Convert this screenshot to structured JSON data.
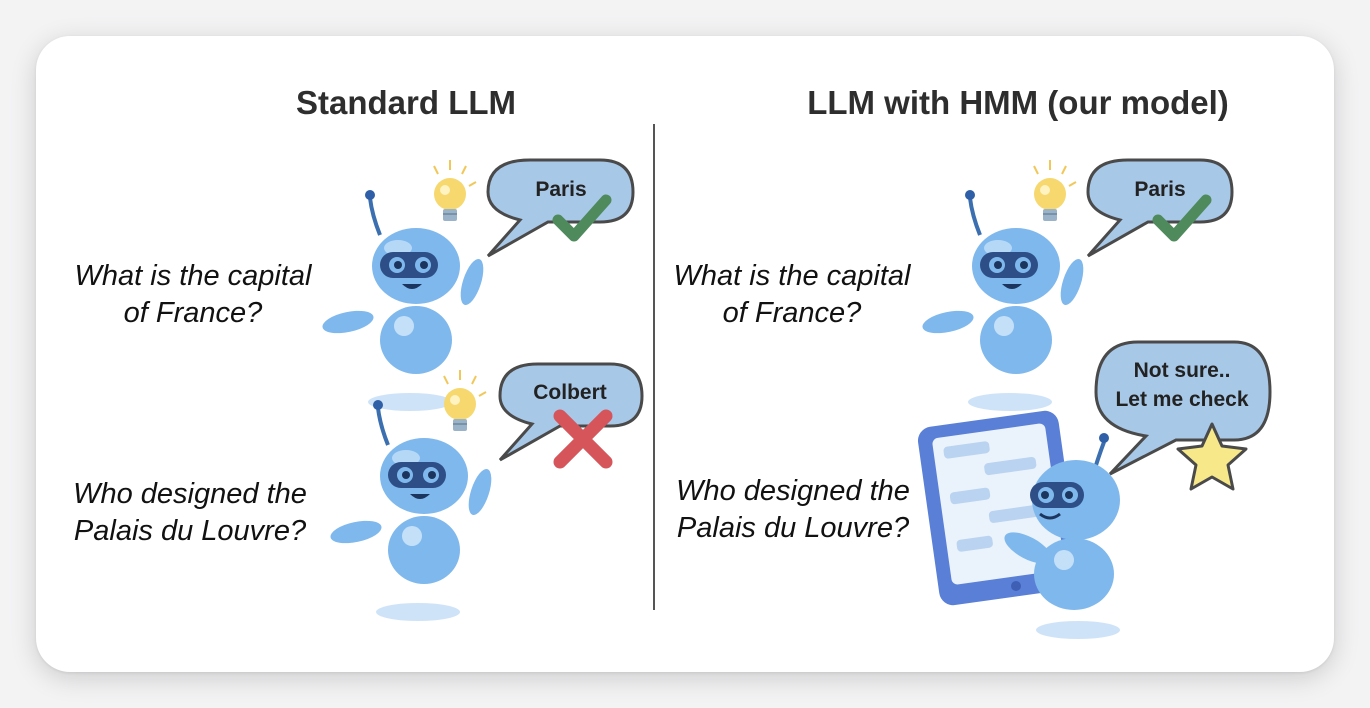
{
  "panels": [
    {
      "title": "Standard LLM",
      "scenes": [
        {
          "question_lines": [
            "What is the capital",
            "of France?"
          ],
          "reply_lines": [
            "Paris"
          ],
          "mark": "check-icon"
        },
        {
          "question_lines": [
            "Who designed the",
            "Palais du Louvre?"
          ],
          "reply_lines": [
            "Colbert"
          ],
          "mark": "cross-icon"
        }
      ]
    },
    {
      "title": "LLM with HMM (our model)",
      "scenes": [
        {
          "question_lines": [
            "What is the capital",
            "of France?"
          ],
          "reply_lines": [
            "Paris"
          ],
          "mark": "check-icon"
        },
        {
          "question_lines": [
            "Who designed the",
            "Palais du Louvre?"
          ],
          "reply_lines": [
            "Not sure..",
            "Let me check"
          ],
          "mark": "star-icon"
        }
      ]
    }
  ],
  "colors": {
    "robot_body": "#7fb8ec",
    "robot_dark": "#3b6fb0",
    "bubble_fill": "#a8c8e8",
    "bubble_stroke": "#4a4a4a",
    "check": "#4e8a5c",
    "cross": "#d6555a",
    "star": "#f7e98a",
    "phone": "#5a7fd6"
  }
}
